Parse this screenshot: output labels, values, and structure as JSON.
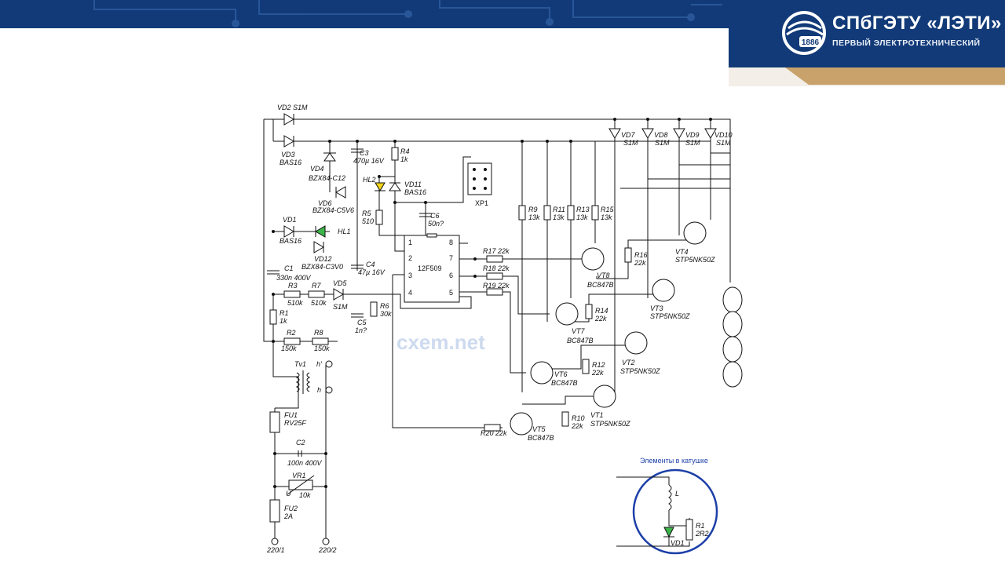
{
  "logo": {
    "title": "СПбГЭТУ «ЛЭТИ»",
    "subtitle": "ПЕРВЫЙ ЭЛЕКТРОТЕХНИЧЕСКИЙ",
    "year": "1886"
  },
  "watermark": "cxem.net",
  "colors": {
    "header_navy": "#123a78",
    "accent_gold": "#c8a26a",
    "led_green": "#3bb54a",
    "led_yellow": "#f2d41a",
    "inset_circle": "#1c3fa8"
  },
  "labels": {
    "vd2": "VD2  S1M",
    "vd3": "VD3",
    "vd3v": "BAS16",
    "c3": "C3",
    "c3v": "470µ 16V",
    "r4": "R4",
    "r4v": "1k",
    "vd4": "VD4",
    "vd4v": "BZX84-C12",
    "hl2": "HL2",
    "vd11": "VD11",
    "vd11v": "BAS16",
    "vd6": "VD6",
    "vd6v": "BZX84-C5V6",
    "r5": "R5",
    "r5v": "510",
    "c6": "C6",
    "c6v": "50n?",
    "xp1": "XP1",
    "vd1": "VD1",
    "vd1v": "BAS16",
    "hl1": "HL1",
    "vd12": "VD12",
    "vd12v": "BZX84-C3V0",
    "c4": "C4",
    "c4v": "47µ 16V",
    "c1": "C1",
    "c1v": "330n 400V",
    "ic": "12F509",
    "p1": "1",
    "p2": "2",
    "p3": "3",
    "p4": "4",
    "p5": "5",
    "p6": "6",
    "p7": "7",
    "p8": "8",
    "r3": "R3",
    "r3v": "510k",
    "r7": "R7",
    "r7v": "510k",
    "vd5": "VD5",
    "vd5v": "S1M",
    "r6": "R6",
    "r6v": "30k",
    "c5": "C5",
    "c5v": "1n?",
    "r1": "R1",
    "r1v": "1k",
    "r2": "R2",
    "r2v": "150k",
    "r8": "R8",
    "r8v": "150k",
    "r17": "R17  22k",
    "r18": "R18  22k",
    "r19": "R19  22k",
    "r20": "R20  22k",
    "r9": "R9",
    "r9v": "13k",
    "r11": "R11",
    "r11v": "13k",
    "r13": "R13",
    "r13v": "13k",
    "r15": "R15",
    "r15v": "13k",
    "r16": "R16",
    "r16v": "22k",
    "r14": "R14",
    "r14v": "22k",
    "r12": "R12",
    "r12v": "22k",
    "r10": "R10",
    "r10v": "22k",
    "vt8": "VT8",
    "vt8v": "BC847B",
    "vt7": "VT7",
    "vt7v": "BC847B",
    "vt6": "VT6",
    "vt6v": "BC847B",
    "vt5": "VT5",
    "vt5v": "BC847B",
    "vt4": "VT4",
    "vt4v": "STP5NK50Z",
    "vt3": "VT3",
    "vt3v": "STP5NK50Z",
    "vt2": "VT2",
    "vt2v": "STP5NK50Z",
    "vt1": "VT1",
    "vt1v": "STP5NK50Z",
    "vd7": "VD7",
    "vd8": "VD8",
    "vd9": "VD9",
    "vd10": "VD10",
    "s1m": "S1M",
    "tv1": "Tv1",
    "h1": "h'",
    "h2": "h",
    "fu1": "FU1",
    "fu1v": "RV25F",
    "c2": "C2",
    "c2v": "100n 400V",
    "vr1": "VR1",
    "vr1v": "10k",
    "vr1u": "U",
    "fu2": "FU2",
    "fu2v": "2A",
    "t1": "220/1",
    "t2": "220/2",
    "inset_title": "Элементы в катушке",
    "inset_l": "L",
    "inset_r1": "R1",
    "inset_r1v": "2R2",
    "inset_vd1": "VD1"
  }
}
